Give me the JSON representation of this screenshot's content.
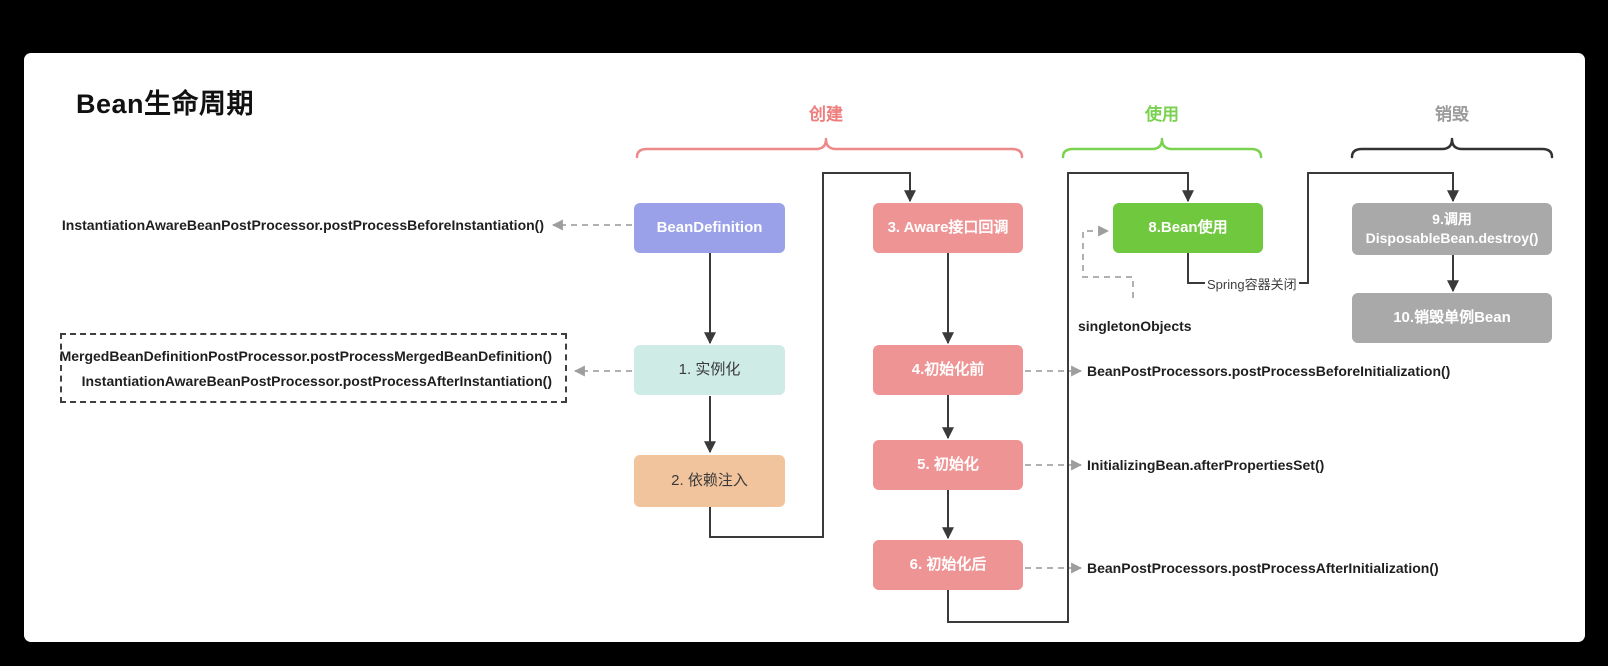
{
  "title": "Bean生命周期",
  "phases": {
    "create": {
      "label": "创建",
      "color": "#ee7d7d"
    },
    "use": {
      "label": "使用",
      "color": "#79d14f"
    },
    "destroy": {
      "label": "销毁",
      "color": "#9b9b9b"
    }
  },
  "nodes": {
    "bean_definition": {
      "label": "BeanDefinition",
      "fill": "#9aa1e8"
    },
    "instantiate": {
      "label": "1. 实例化",
      "fill": "#cfebe6"
    },
    "dependency_injection": {
      "label": "2. 依赖注入",
      "fill": "#f1c49d"
    },
    "aware_callback": {
      "label": "3. Aware接口回调",
      "fill": "#ef9494"
    },
    "before_initialization": {
      "label": "4.初始化前",
      "fill": "#ef9494"
    },
    "initialization": {
      "label": "5. 初始化",
      "fill": "#ef9494"
    },
    "after_initialization": {
      "label": "6. 初始化后",
      "fill": "#ef9494"
    },
    "bean_use": {
      "label": "8.Bean使用",
      "fill": "#6fc83d"
    },
    "destroy_call": {
      "line1": "9.调用",
      "line2": "DisposableBean.destroy()",
      "fill": "#a9a9a9"
    },
    "destroy_singleton": {
      "label": "10.销毁单例Bean",
      "fill": "#a9a9a9"
    }
  },
  "annotations": {
    "post_process_before_instantiation": "InstantiationAwareBeanPostProcessor.postProcessBeforeInstantiation()",
    "post_process_merged_bean_definition": "MergedBeanDefinitionPostProcessor.postProcessMergedBeanDefinition()",
    "post_process_after_instantiation": "InstantiationAwareBeanPostProcessor.postProcessAfterInstantiation()",
    "post_process_before_initialization": "BeanPostProcessors.postProcessBeforeInitialization()",
    "after_properties_set": "InitializingBean.afterPropertiesSet()",
    "post_process_after_initialization": "BeanPostProcessors.postProcessAfterInitialization()",
    "singleton_objects": "singletonObjects",
    "container_close": "Spring容器关闭"
  },
  "colors": {
    "background": "#000000",
    "panel": "#ffffff",
    "flow_line": "#3a3a3a",
    "dashed_line": "#b0b0b0",
    "brace_create": "#ee8989",
    "brace_use": "#7bd24f",
    "brace_destroy": "#333333"
  }
}
